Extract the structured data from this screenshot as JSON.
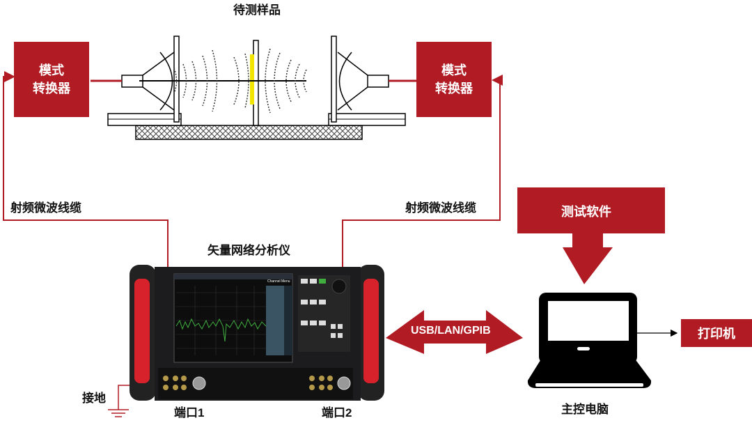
{
  "title_sample": "待测样品",
  "mode_converter_left": {
    "line1": "模式",
    "line2": "转换器"
  },
  "mode_converter_right": {
    "line1": "模式",
    "line2": "转换器"
  },
  "cable_left": "射频微波线缆",
  "cable_right": "射频微波线缆",
  "vna_title": "矢量网络分析仪",
  "vna_screen_menu": "Channel Menu",
  "ground_label": "接地",
  "port1_label": "端口1",
  "port2_label": "端口2",
  "interface_label": "USB/LAN/GPIB",
  "software_label": "测试软件",
  "pc_label": "主控电脑",
  "printer_label": "打印机",
  "colors": {
    "accent": "#b11c24",
    "sample": "#f2e600",
    "trace": "#3fae3f"
  }
}
